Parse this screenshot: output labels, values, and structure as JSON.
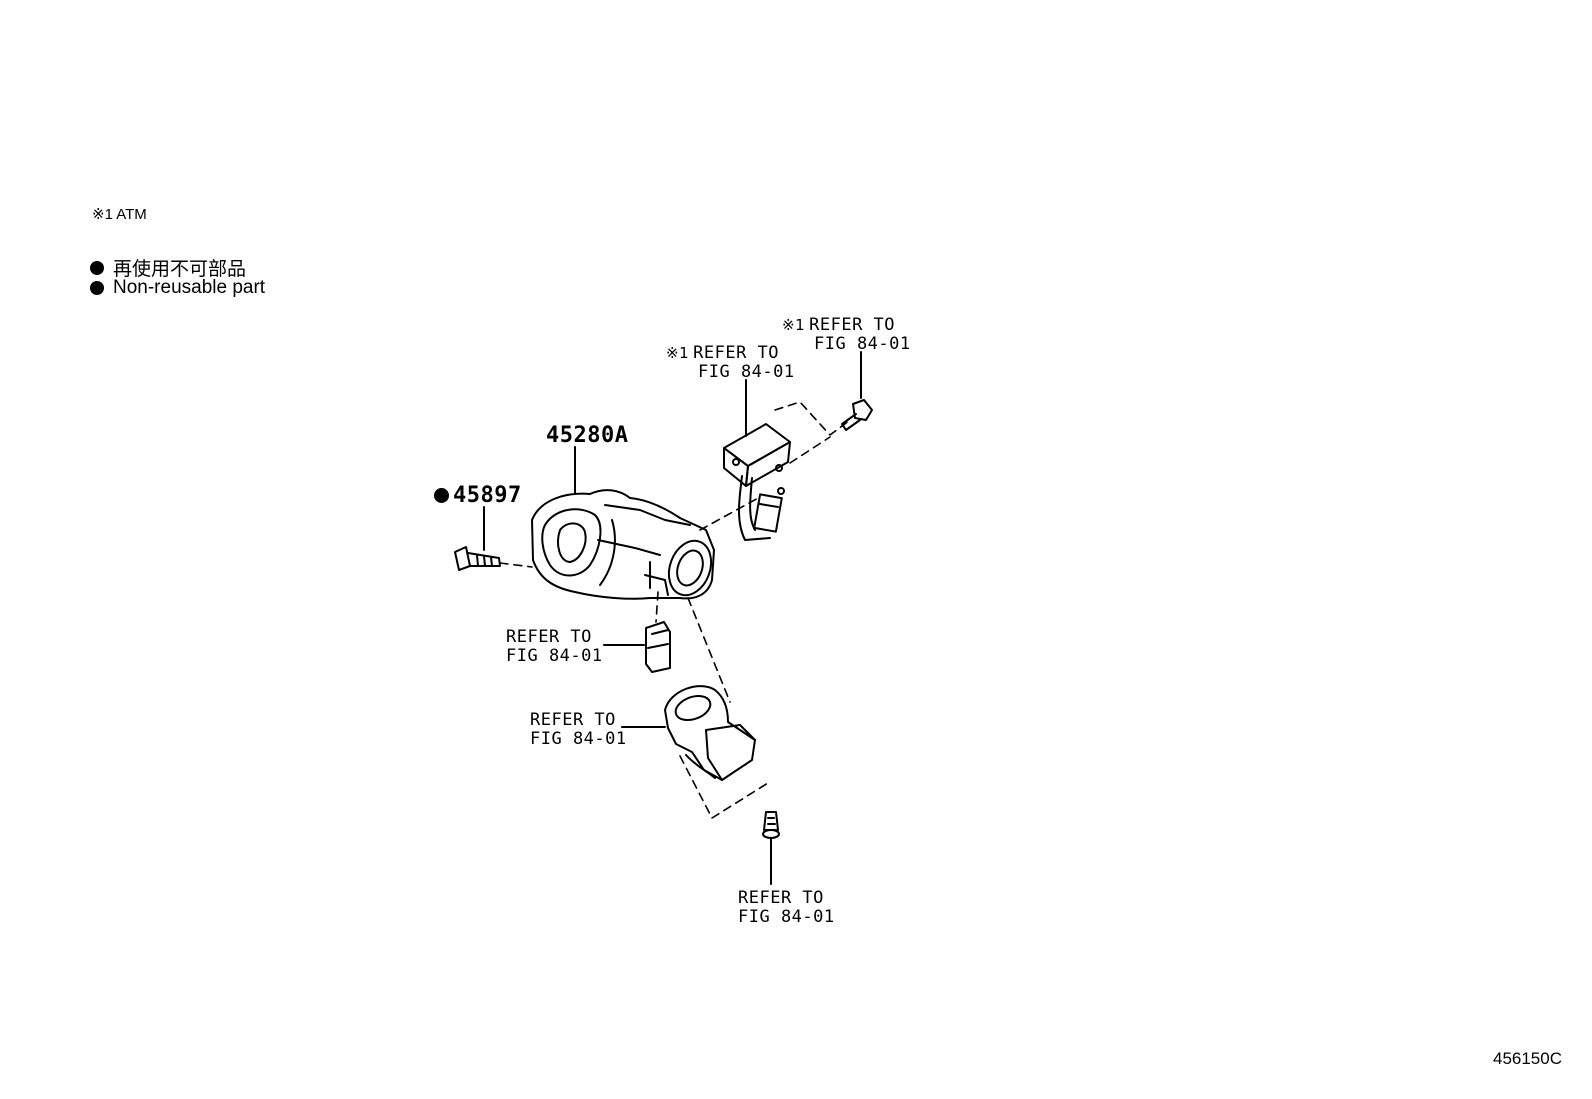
{
  "notes": {
    "atm_note": "※1 ATM"
  },
  "legend": {
    "non_reusable_jp": "再使用不可部品",
    "non_reusable_en": "Non-reusable part"
  },
  "parts": {
    "lock_cylinder_housing": "45280A",
    "bolt": "45897"
  },
  "callouts": {
    "upper_right": {
      "mark": "※1",
      "line1": "REFER TO",
      "line2": "FIG 84-01"
    },
    "upper_mid": {
      "mark": "※1",
      "line1": "REFER TO",
      "line2": "FIG 84-01"
    },
    "middle_left": {
      "line1": "REFER TO",
      "line2": "FIG 84-01"
    },
    "lower_left": {
      "line1": "REFER TO",
      "line2": "FIG 84-01"
    },
    "bottom": {
      "line1": "REFER TO",
      "line2": "FIG 84-01"
    }
  },
  "diagram_number": "456150C"
}
